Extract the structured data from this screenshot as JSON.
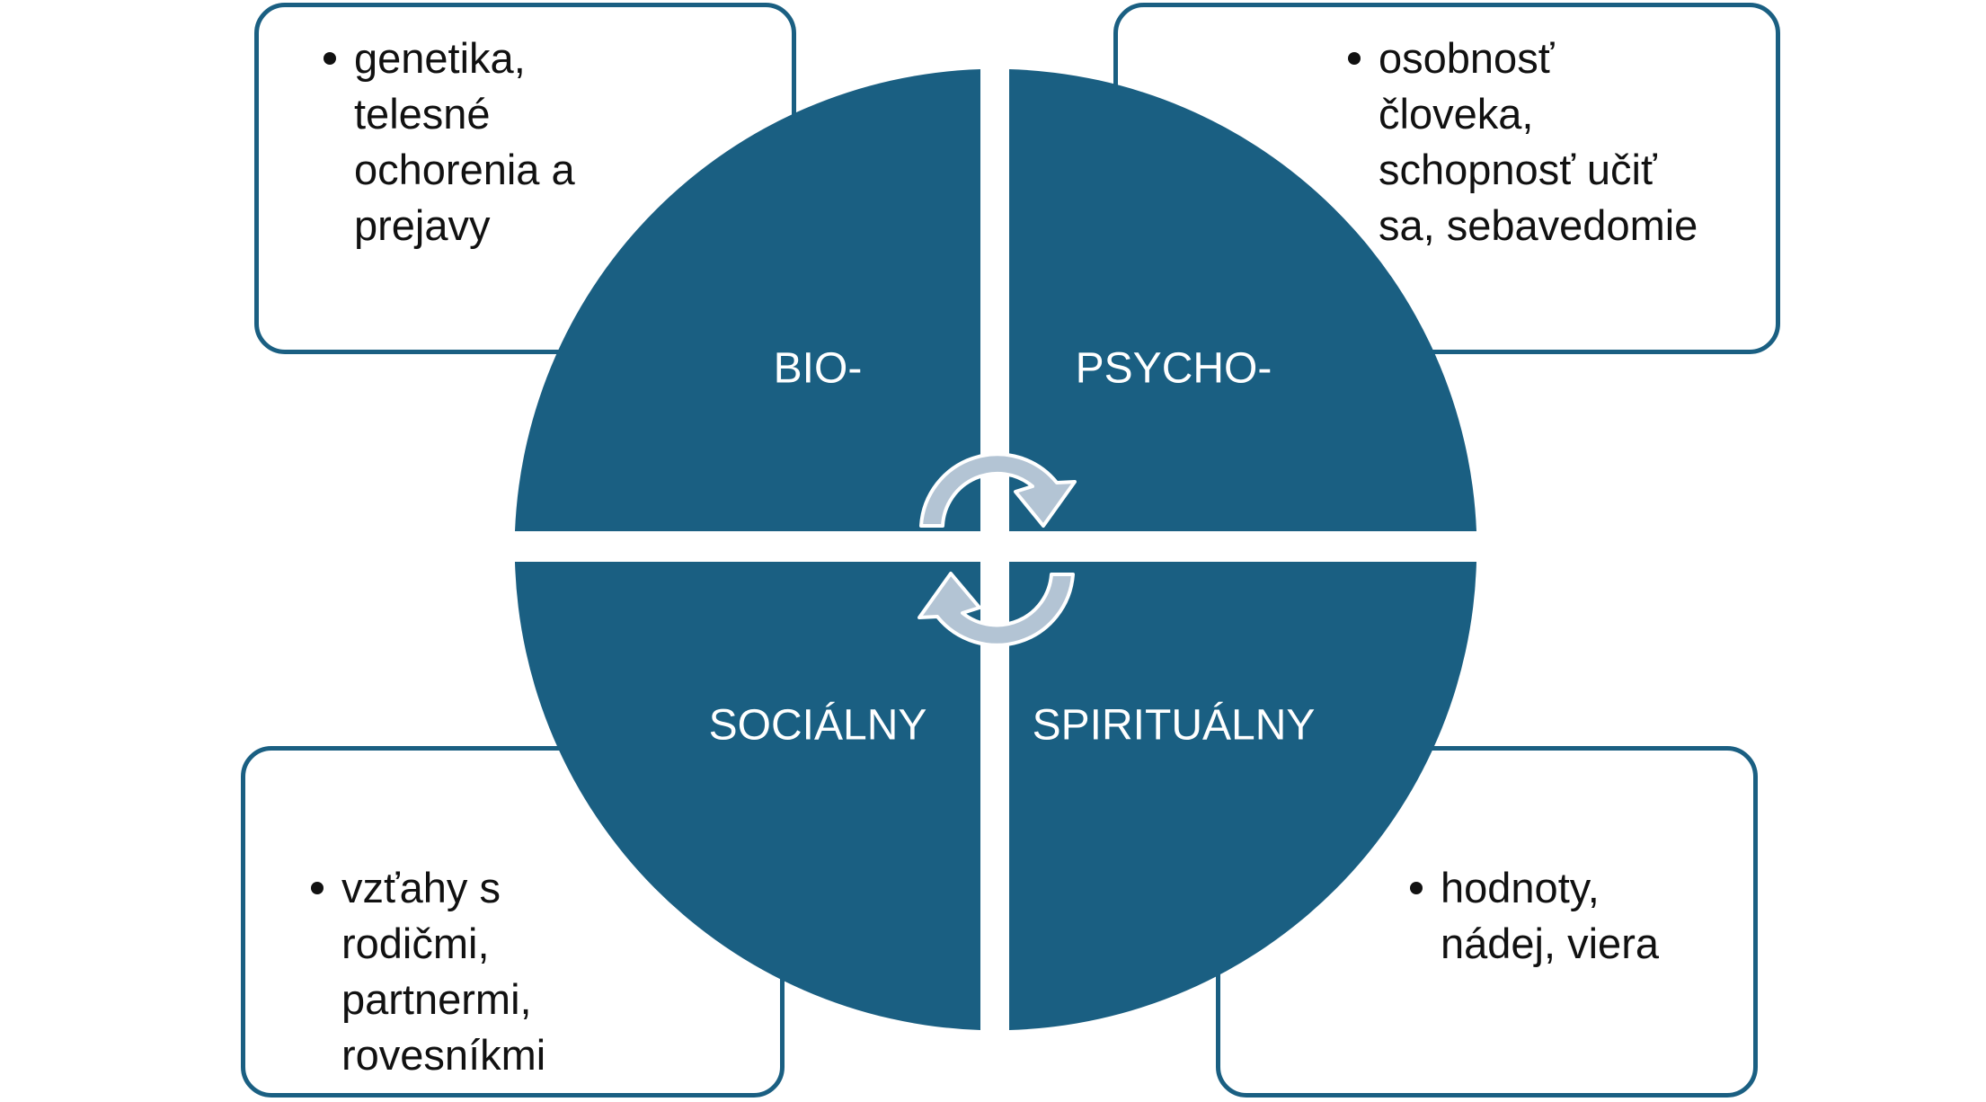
{
  "colors": {
    "circle": "#1a5f82",
    "box_border": "#1a5f82",
    "arrow": "#b3c4d4",
    "background": "#ffffff"
  },
  "quadrants": {
    "bio": {
      "label": "BIO-"
    },
    "psycho": {
      "label": "PSYCHO-"
    },
    "social": {
      "label": "SOCIÁLNY"
    },
    "spiritual": {
      "label": "SPIRITUÁLNY"
    }
  },
  "boxes": {
    "bio": {
      "lines": [
        "genetika,",
        "telesné",
        "ochorenia a",
        "prejavy"
      ]
    },
    "psycho": {
      "lines": [
        "osobnosť",
        "človeka,",
        "schopnosť učiť",
        "sa, sebavedomie"
      ]
    },
    "social": {
      "lines": [
        "vzťahy s",
        "rodičmi,",
        "partnermi,",
        "rovesníkmi"
      ]
    },
    "spiritual": {
      "lines": [
        "hodnoty,",
        "nádej, viera"
      ]
    }
  },
  "icons": {
    "cycle_arrow_top": "clockwise-arrow-icon",
    "cycle_arrow_bottom": "clockwise-arrow-icon"
  }
}
